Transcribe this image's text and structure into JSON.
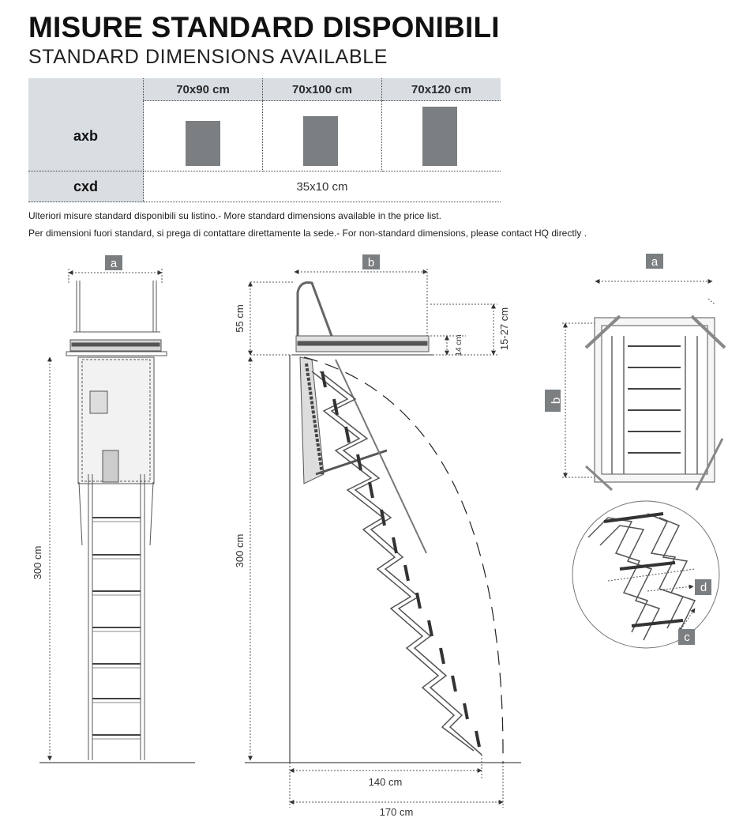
{
  "title": "MISURE STANDARD DISPONIBILI",
  "subtitle": "STANDARD DIMENSIONS AVAILABLE",
  "table": {
    "columns": [
      "70x90 cm",
      "70x100 cm",
      "70x120 cm"
    ],
    "row_axb_label": "axb",
    "row_cxd_label": "cxd",
    "cxd_value": "35x10 cm"
  },
  "notes": [
    "Ulteriori misure standard disponibili su listino.- More standard dimensions available in the price list.",
    "Per dimensioni fuori standard, si prega di contattare direttamente la sede.- For non-standard dimensions, please contact HQ directly ."
  ],
  "drawing_labels": {
    "a": "a",
    "b": "b",
    "c": "c",
    "d": "d",
    "h300": "300 cm",
    "h55": "55 cm",
    "h14": "14 cm",
    "h1527": "15-27 cm",
    "w140": "140 cm",
    "w170": "170 cm"
  }
}
